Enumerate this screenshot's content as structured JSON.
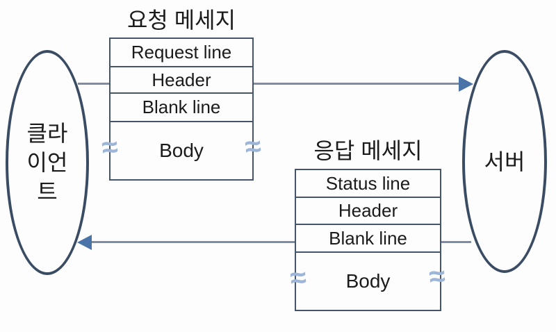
{
  "diagram": {
    "client": {
      "label": "클라이언트",
      "label_lines": [
        "클라",
        "이언",
        "트"
      ]
    },
    "server": {
      "label": "서버"
    },
    "request_message": {
      "title": "요청 메세지",
      "rows": [
        "Request line",
        "Header",
        "Blank line",
        "Body"
      ]
    },
    "response_message": {
      "title": "응답 메세지",
      "rows": [
        "Status line",
        "Header",
        "Blank line",
        "Body"
      ]
    },
    "break_symbol": "≈",
    "colors": {
      "background": "#fdfdfd",
      "shape_stroke": "#3a4c63",
      "box_border": "#44546a",
      "arrow_line": "#7e8da3",
      "arrow_head": "#4a73a8",
      "break_mark": "#9cb5d8",
      "text": "#1b1b1b"
    }
  }
}
